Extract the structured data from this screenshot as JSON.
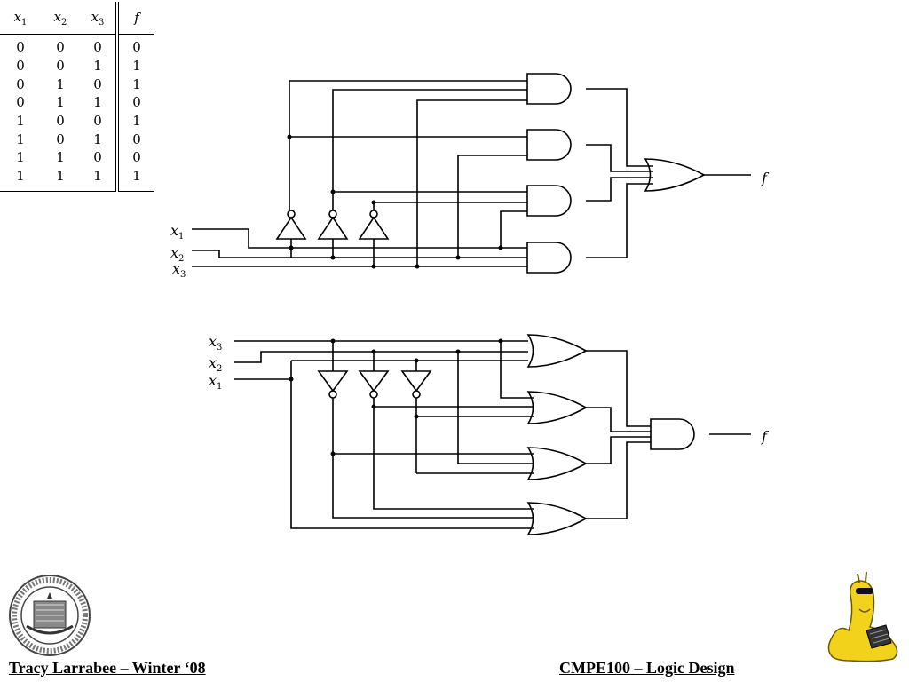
{
  "truth_table": {
    "headers": [
      {
        "var": "x",
        "sub": "1"
      },
      {
        "var": "x",
        "sub": "2"
      },
      {
        "var": "x",
        "sub": "3"
      },
      {
        "var": "f",
        "sub": ""
      }
    ],
    "rows": [
      [
        "0",
        "0",
        "0",
        "0"
      ],
      [
        "0",
        "0",
        "1",
        "1"
      ],
      [
        "0",
        "1",
        "0",
        "1"
      ],
      [
        "0",
        "1",
        "1",
        "0"
      ],
      [
        "1",
        "0",
        "0",
        "1"
      ],
      [
        "1",
        "0",
        "1",
        "0"
      ],
      [
        "1",
        "1",
        "0",
        "0"
      ],
      [
        "1",
        "1",
        "1",
        "1"
      ]
    ]
  },
  "sop_circuit": {
    "inputs": [
      {
        "var": "x",
        "sub": "1"
      },
      {
        "var": "x",
        "sub": "2"
      },
      {
        "var": "x",
        "sub": "3"
      }
    ],
    "output": "f"
  },
  "pos_circuit": {
    "inputs": [
      {
        "var": "x",
        "sub": "3"
      },
      {
        "var": "x",
        "sub": "2"
      },
      {
        "var": "x",
        "sub": "1"
      }
    ],
    "output": "f"
  },
  "footer": {
    "left": "Tracy Larrabee – Winter ‘08",
    "right": "CMPE100 – Logic Design"
  },
  "logos": {
    "seal": "uc-seal-logo",
    "mascot": "banana-slug-mascot"
  },
  "colors": {
    "ink": "#000000",
    "slug_yellow": "#f2d21b",
    "seal_gray": "#444444"
  }
}
